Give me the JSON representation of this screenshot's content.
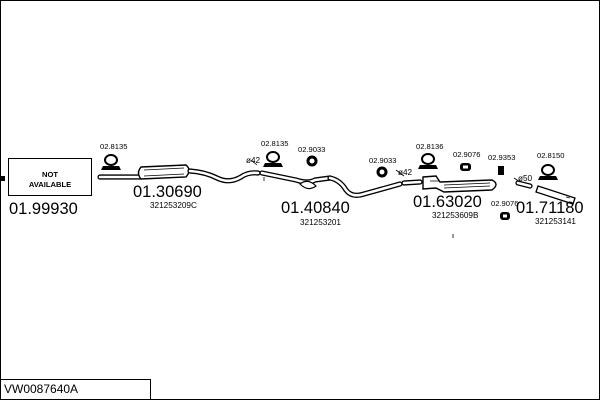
{
  "reference": "VW0087640A",
  "parts": [
    {
      "id": "first-section",
      "number": "01.99930",
      "label": "NOT AVAILABLE"
    },
    {
      "id": "front-silencer",
      "number": "01.30690",
      "oe": "321253209C"
    },
    {
      "id": "middle-pipe",
      "number": "01.40840",
      "oe": "321253201"
    },
    {
      "id": "rear-silencer",
      "number": "01.63020",
      "oe": "321253609B"
    },
    {
      "id": "tail-pipe",
      "number": "01.71180",
      "oe": "321253141"
    }
  ],
  "accessories": [
    {
      "id": "clamp-1",
      "number": "02.8135",
      "kind": "clamp"
    },
    {
      "id": "clamp-2",
      "number": "02.8135",
      "kind": "clamp"
    },
    {
      "id": "ring-1",
      "number": "02.9033",
      "kind": "ring"
    },
    {
      "id": "ring-2",
      "number": "02.9033",
      "kind": "ring"
    },
    {
      "id": "clamp-3",
      "number": "02.8136",
      "kind": "clamp"
    },
    {
      "id": "hanger-1",
      "number": "02.9076",
      "kind": "hanger"
    },
    {
      "id": "hanger-2",
      "number": "02.9076",
      "kind": "hanger"
    },
    {
      "id": "gasket-1",
      "number": "02.9353",
      "kind": "gasket"
    },
    {
      "id": "clamp-4",
      "number": "02.8150",
      "kind": "clamp"
    }
  ],
  "diameters": [
    "ø42",
    "ø42",
    "ø50"
  ]
}
